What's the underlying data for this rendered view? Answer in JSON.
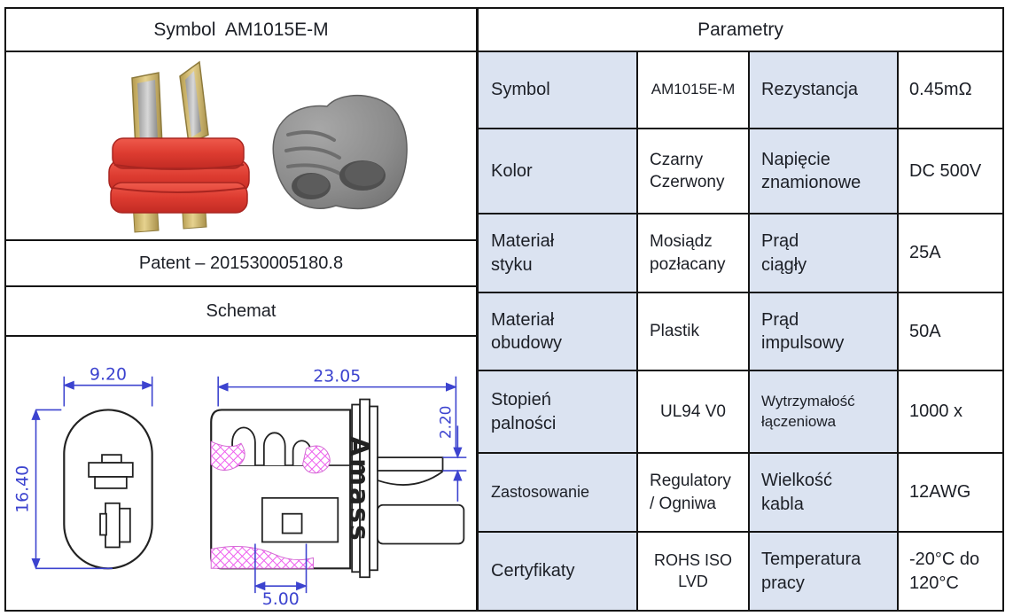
{
  "left_panel": {
    "title": "Symbol  AM1015E-M",
    "patent": "Patent – 201530005180.8",
    "schemat_label": "Schemat",
    "photo": {
      "items": [
        "red-tplug-connector-with-gold-pins",
        "grey-rubber-cap-with-two-holes"
      ]
    },
    "drawing": {
      "brand": "Amass",
      "dim_front_width": "9.20",
      "dim_front_height": "16.40",
      "dim_side_width": "23.05",
      "dim_pin_thickness": "2.20",
      "dim_pin_offset": "5.00"
    }
  },
  "params_table": {
    "title": "Parametry",
    "rows": [
      {
        "label": "Symbol",
        "value": "AM1015E-M",
        "label2": "Rezystancja",
        "value2": "0.45mΩ"
      },
      {
        "label": "Kolor",
        "value": "Czarny\nCzerwony",
        "label2": "Napięcie\nznamionowe",
        "value2": "DC 500V"
      },
      {
        "label": "Materiał\nstyku",
        "value": "Mosiądz\npozłacany",
        "label2": "Prąd\nciągły",
        "value2": "25A"
      },
      {
        "label": "Materiał\nobudowy",
        "value": "Plastik",
        "label2": "Prąd\nimpulsowy",
        "value2": "50A"
      },
      {
        "label": "Stopień\npalności",
        "value": "UL94 V0",
        "label2": "Wytrzymałość\nłączeniowa",
        "value2": "1000 x"
      },
      {
        "label": "Zastosowanie",
        "value": "Regulatory\n/ Ogniwa",
        "label2": "Wielkość\nkabla",
        "value2": "12AWG"
      },
      {
        "label": "Certyfikaty",
        "value": "ROHS ISO\nLVD",
        "label2": "Temperatura\npracy",
        "value2": "-20°C do\n120°C"
      }
    ]
  },
  "colors": {
    "cell_shade": "#dbe3f1",
    "border": "#141414",
    "dimension_blue": "#3c43cf",
    "hatch_magenta": "#ee5cee",
    "connector_red": "#e04038",
    "pin_gold": "#cdb977",
    "cap_grey": "#8e8e8e"
  }
}
